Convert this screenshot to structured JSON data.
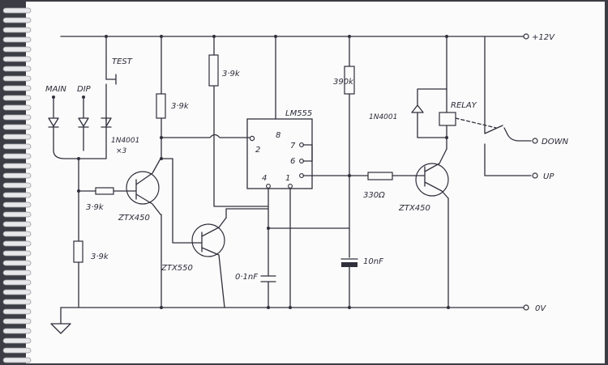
{
  "rails": {
    "positive": "+12V",
    "ground": "0V"
  },
  "switches": {
    "test": "TEST"
  },
  "inputs": {
    "main": "MAIN",
    "dip": "DIP"
  },
  "diodes": {
    "input_diodes": "1N4001",
    "input_diodes_count": "×3",
    "flyback": "1N4001"
  },
  "resistors": {
    "r_series": "3·9k",
    "r_bias": "3·9k",
    "r_pullup": "3·9k",
    "r_trigger": "3·9k",
    "r_timing": "390k",
    "r_output": "330Ω"
  },
  "transistors": {
    "q1": "ZTX450",
    "q2": "ZTX550",
    "q3": "ZTX450"
  },
  "ic": {
    "name": "LM555",
    "pin8": "8",
    "pin2": "2",
    "pin7": "7",
    "pin6": "6",
    "pin4": "4",
    "pin1": "1"
  },
  "capacitors": {
    "c_control": "0·1nF",
    "c_timing": "10nF"
  },
  "relay": {
    "label": "RELAY",
    "down": "DOWN",
    "up": "UP"
  },
  "colors": {
    "paper": "#fbfbfb",
    "ink": "#30303c",
    "binding": "#3c3c44"
  }
}
